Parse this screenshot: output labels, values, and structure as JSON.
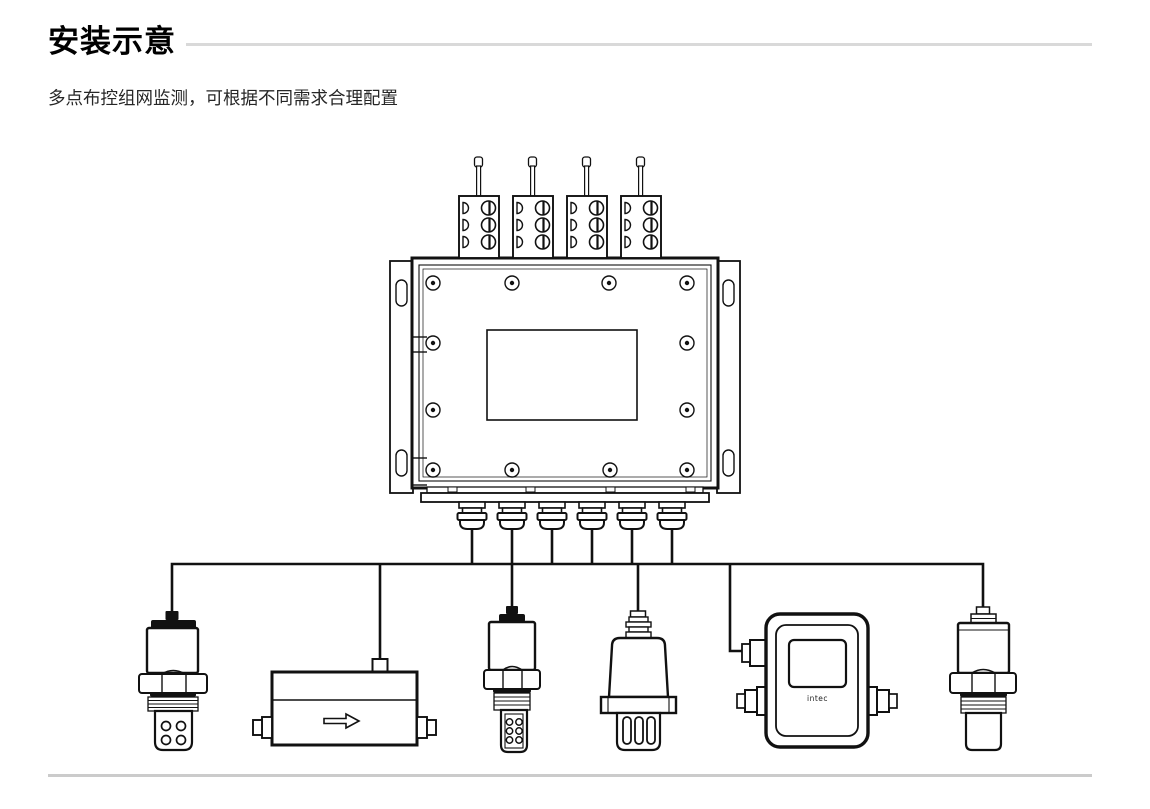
{
  "page": {
    "background": "#ffffff",
    "line_color": "#111111"
  },
  "header": {
    "title": "安装示意",
    "subtitle": "多点布控组网监测，可根据不同需求合理配置",
    "title_rule_color": "#d9d9d9"
  },
  "footer": {
    "rule_color": "#cbcbcb"
  },
  "diagram": {
    "controller": {
      "terminal_blocks": 4,
      "terminals_per_block": 3,
      "face_screws": 12,
      "cable_glands": 6,
      "mounting_ear_slots": 4,
      "display_window": true
    },
    "devices": [
      {
        "name": "probe-sensor-4-holes"
      },
      {
        "name": "inline-flow-box",
        "flow_arrow": "right"
      },
      {
        "name": "probe-sensor-6-holes"
      },
      {
        "name": "slotted-cap-probe-sensor"
      },
      {
        "name": "display-transmitter",
        "logo": "intec"
      },
      {
        "name": "plain-probe-sensor"
      }
    ]
  }
}
